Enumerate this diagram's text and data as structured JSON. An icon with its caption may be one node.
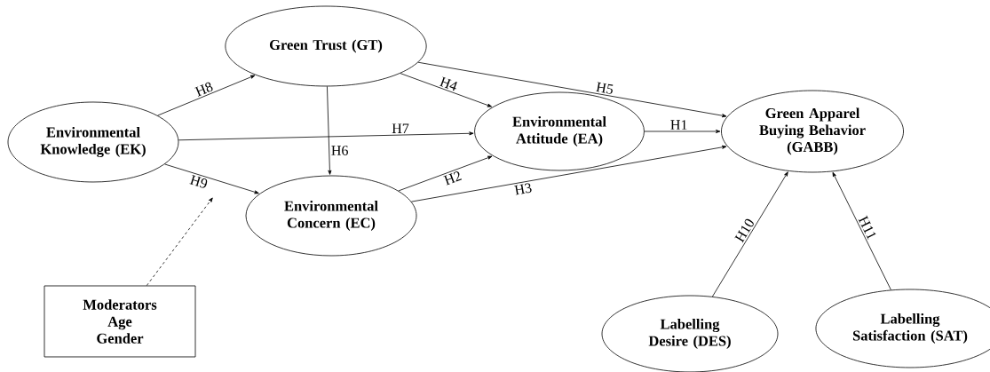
{
  "diagram": {
    "nodes": [
      {
        "text": [
          "Environmental Knowledge (EK)"
        ]
      },
      {
        "text": [
          "Green Trust (GT)"
        ]
      },
      {
        "text": [
          "Environmental Attitude (EA)"
        ]
      },
      {
        "text": [
          "Green Apparel Buying Behavior (GABB)"
        ]
      },
      {
        "text": [
          "Environmental Concern (EC)"
        ]
      },
      {
        "text": [
          "Moderators",
          "Age",
          "Gender"
        ]
      },
      {
        "text": [
          "Labelling Desire (DES)"
        ]
      },
      {
        "text": [
          "Labelling Satisfaction (SAT)"
        ]
      }
    ],
    "edges": [
      {
        "from": 2,
        "to": 3,
        "arrow": "to",
        "label": "H1"
      },
      {
        "from": 4,
        "to": 2,
        "arrow": "to",
        "label": "H2"
      },
      {
        "from": 4,
        "to": 3,
        "arrow": "to",
        "label": "H3"
      },
      {
        "from": 1,
        "to": 2,
        "arrow": "to",
        "label": "H4"
      },
      {
        "from": 1,
        "to": 3,
        "arrow": "to",
        "label": "H5"
      },
      {
        "from": 1,
        "to": 4,
        "arrow": "to",
        "label": "H6"
      },
      {
        "from": 0,
        "to": 2,
        "arrow": "to",
        "label": "H7"
      },
      {
        "from": 0,
        "to": 1,
        "arrow": "to",
        "label": "H8"
      },
      {
        "from": 0,
        "to": 4,
        "arrow": "to",
        "label": "H9"
      },
      {
        "from": 6,
        "to": 3,
        "arrow": "to",
        "label": "H10"
      },
      {
        "from": 7,
        "to": 3,
        "arrow": "to",
        "label": "H11"
      },
      {
        "from": 5,
        "to": null,
        "arrow": "to",
        "style": "dashed"
      }
    ]
  }
}
